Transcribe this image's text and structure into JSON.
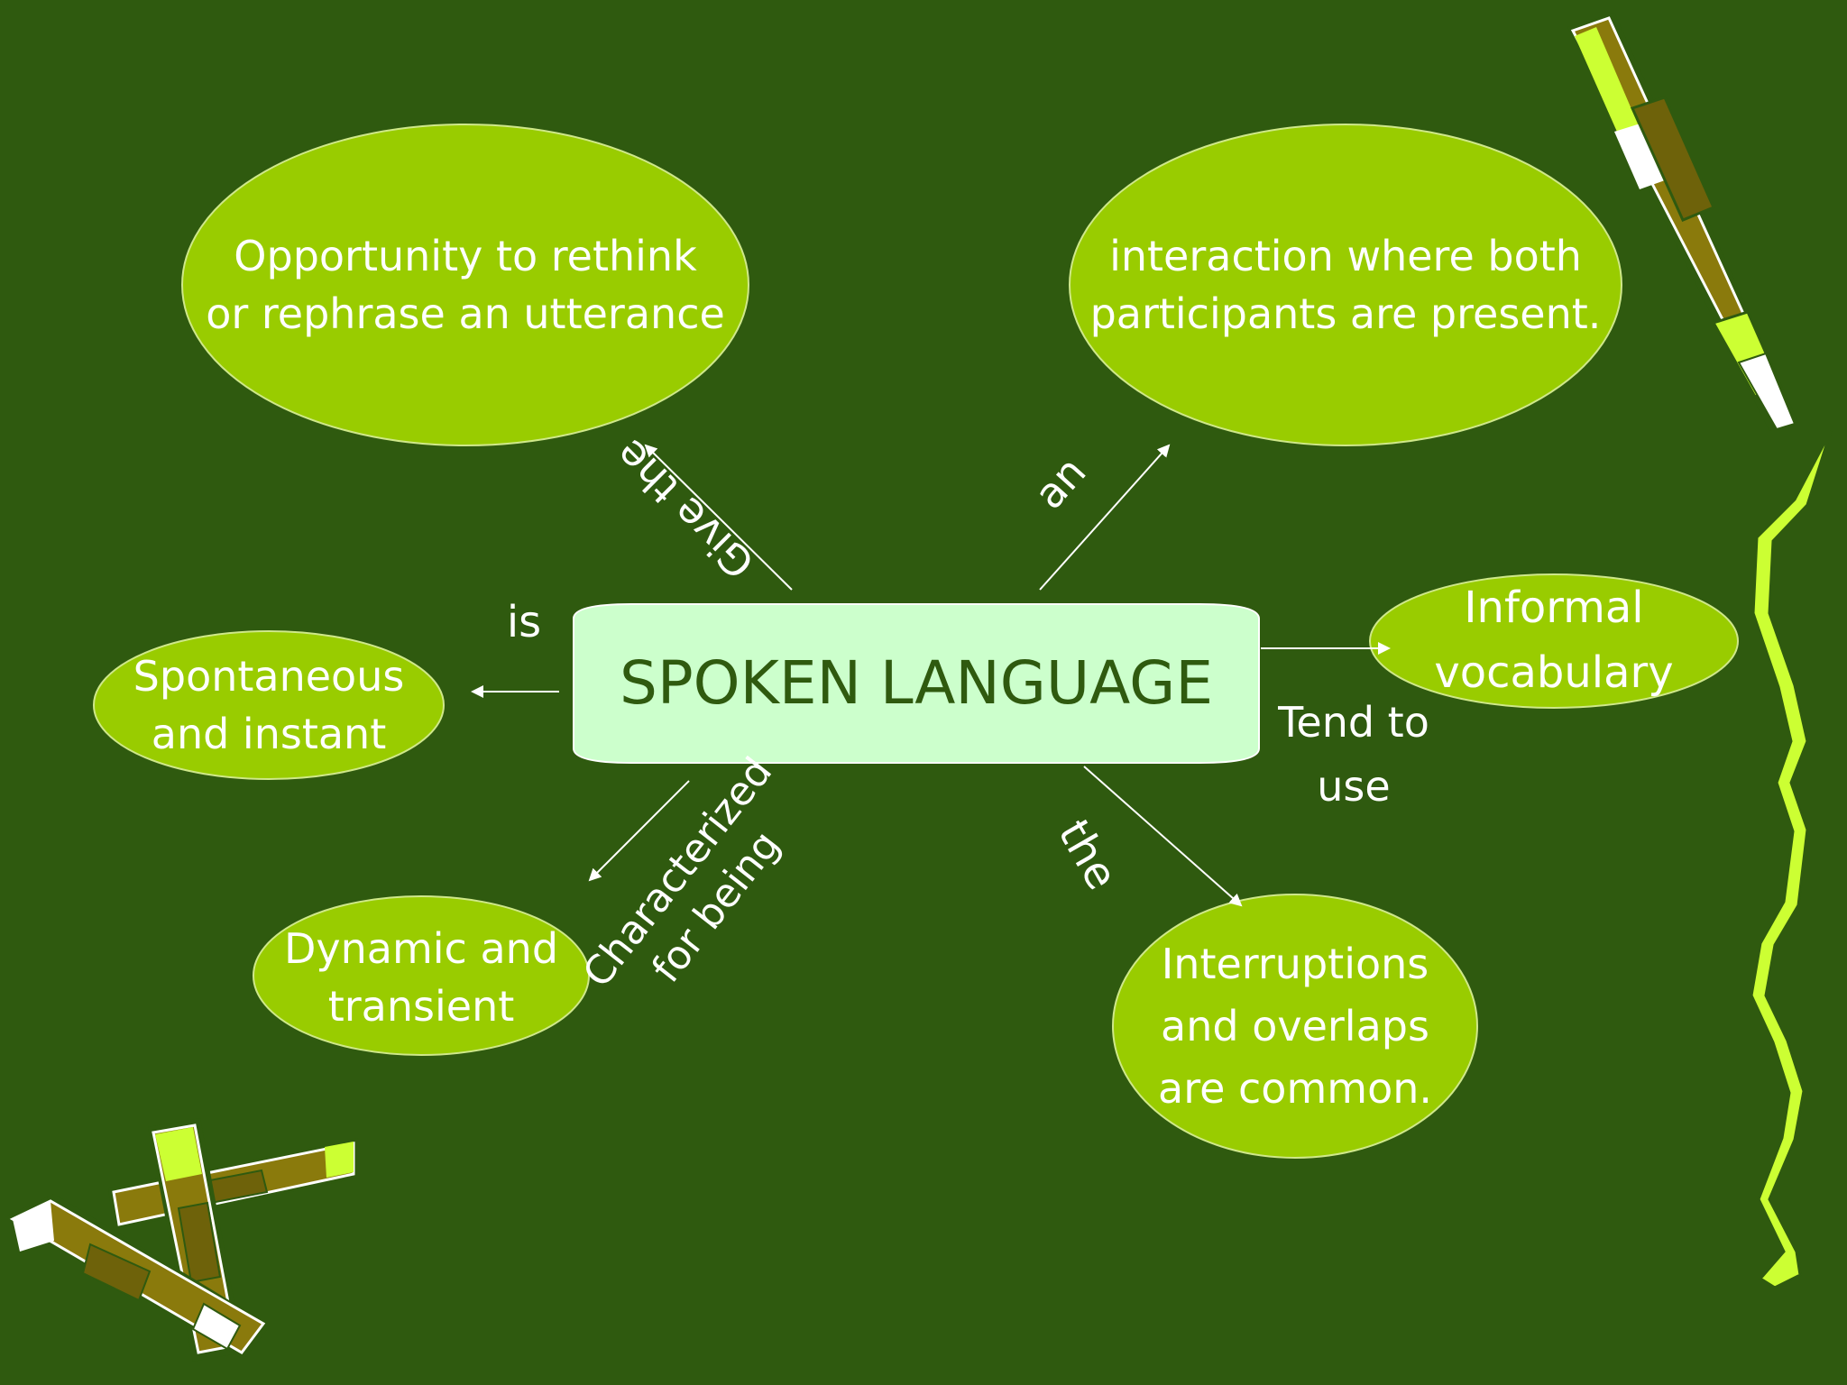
{
  "colors": {
    "background": "#2f5a0f",
    "bubble_fill": "#99cc00",
    "bubble_stroke": "#cfe88a",
    "center_fill": "#ccffcc",
    "center_text": "#2f5a0f",
    "line": "#ffffff",
    "text": "#ffffff",
    "vine": "#ccff33",
    "crayon_body": "#8a7a0c",
    "crayon_accent": "#ccff33"
  },
  "center": {
    "label": "SPOKEN LANGUAGE"
  },
  "nodes": {
    "opportunity": {
      "line1": "Opportunity to rethink",
      "line2": "or rephrase an utterance"
    },
    "interaction": {
      "line1": "interaction where both",
      "line2": "participants are present."
    },
    "spontaneous": {
      "line1": "Spontaneous",
      "line2": "and instant"
    },
    "informal": {
      "line1": "Informal",
      "line2": "vocabulary"
    },
    "dynamic": {
      "line1": "Dynamic and",
      "line2": "transient"
    },
    "interruptions": {
      "line1": "Interruptions",
      "line2": "and overlaps",
      "line3": "are common."
    }
  },
  "edge_labels": {
    "give_the": "Give the",
    "an": "an",
    "is": "is",
    "tend_to": {
      "line1": "Tend to",
      "line2": "use"
    },
    "characterized": {
      "line1": "Characterized",
      "line2": "for being"
    },
    "the": "the"
  },
  "icons": {
    "top_right": "crayon-icon",
    "bottom_left": "crossed-crayons-icon",
    "right_edge": "vine-decoration"
  }
}
